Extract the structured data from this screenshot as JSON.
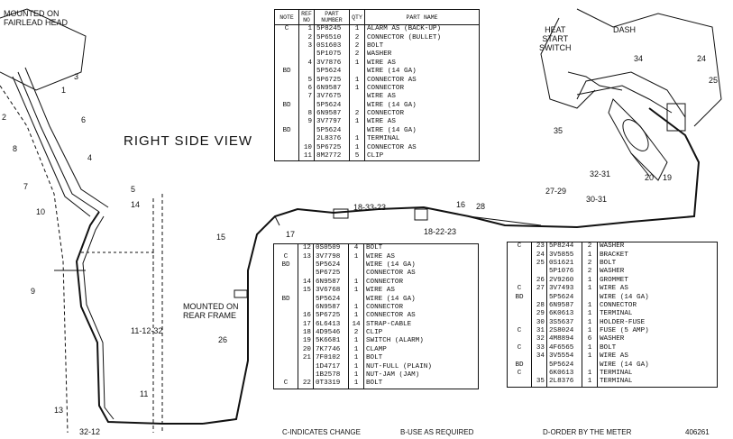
{
  "labels": {
    "mounted_fairlead": "MOUNTED ON\nFAIRLEAD HEAD",
    "right_side_view": "RIGHT SIDE VIEW",
    "mounted_rear_frame": "MOUNTED ON\nREAR FRAME",
    "heat_start_switch": "HEAT\nSTART\nSWITCH",
    "dash": "DASH"
  },
  "callouts": [
    "1",
    "2",
    "3",
    "4",
    "5",
    "6",
    "7",
    "8",
    "9",
    "10",
    "11",
    "11-12-32",
    "13",
    "14",
    "15",
    "16",
    "17",
    "18-33-23",
    "18-22-23",
    "19",
    "20",
    "24",
    "25",
    "26",
    "27-29",
    "28",
    "30-31",
    "32-31",
    "34",
    "35",
    "32-12"
  ],
  "tables": {
    "top": {
      "headers": [
        "NOTE",
        "REF NO",
        "PART NUMBER",
        "QTY",
        "PART NAME"
      ],
      "rows": [
        [
          "C",
          "1",
          "5P8245",
          "1",
          "ALARM AS (BACK-UP)"
        ],
        [
          "",
          "2",
          "5P6510",
          "2",
          "  CONNECTOR (BULLET)"
        ],
        [
          "",
          "3",
          "0S1603",
          "2",
          "BOLT"
        ],
        [
          "",
          "",
          "5P1075",
          "2",
          "WASHER"
        ],
        [
          "",
          "4",
          "3V7876",
          "1",
          "WIRE AS"
        ],
        [
          "BD",
          "",
          "5P5624",
          "",
          "  WIRE (14 GA)"
        ],
        [
          "",
          "5",
          "5P6725",
          "1",
          "  CONNECTOR AS"
        ],
        [
          "",
          "6",
          "6N9587",
          "1",
          "  CONNECTOR"
        ],
        [
          "",
          "7",
          "3V7675",
          "",
          "WIRE AS"
        ],
        [
          "BD",
          "",
          "5P5624",
          "",
          "  WIRE (14 GA)"
        ],
        [
          "",
          "8",
          "6N9587",
          "2",
          "  CONNECTOR"
        ],
        [
          "",
          "9",
          "3V7797",
          "1",
          "WIRE AS"
        ],
        [
          "BD",
          "",
          "5P5624",
          "",
          "  WIRE (14 GA)"
        ],
        [
          "",
          "",
          "2L8376",
          "1",
          "  TERMINAL"
        ],
        [
          "",
          "10",
          "5P6725",
          "1",
          "  CONNECTOR AS"
        ],
        [
          "",
          "11",
          "8M2772",
          "5",
          "CLIP"
        ]
      ]
    },
    "middle": {
      "rows": [
        [
          "",
          "12",
          "0S0509",
          "4",
          "BOLT"
        ],
        [
          "C",
          "13",
          "3V7798",
          "1",
          "WIRE AS"
        ],
        [
          "BD",
          "",
          "5P5624",
          "",
          "  WIRE (14 GA)"
        ],
        [
          "",
          "",
          "5P6725",
          "",
          "  CONNECTOR AS"
        ],
        [
          "",
          "14",
          "6N9587",
          "1",
          "  CONNECTOR"
        ],
        [
          "",
          "15",
          "3V6768",
          "1",
          "WIRE AS"
        ],
        [
          "BD",
          "",
          "5P5624",
          "",
          "  WIRE (14 GA)"
        ],
        [
          "",
          "",
          "6N9587",
          "1",
          "  CONNECTOR"
        ],
        [
          "",
          "16",
          "5P6725",
          "1",
          "  CONNECTOR AS"
        ],
        [
          "",
          "17",
          "6L6413",
          "14",
          "STRAP-CABLE"
        ],
        [
          "",
          "18",
          "4D9546",
          "2",
          "CLIP"
        ],
        [
          "",
          "19",
          "5K6681",
          "1",
          "SWITCH (ALARM)"
        ],
        [
          "",
          "20",
          "7K7746",
          "1",
          "CLAMP"
        ],
        [
          "",
          "21",
          "7F0102",
          "1",
          "BOLT"
        ],
        [
          "",
          "",
          "1D4717",
          "1",
          "NUT-FULL (PLAIN)"
        ],
        [
          "",
          "",
          "1B2578",
          "1",
          "NUT-JAM (JAM)"
        ],
        [
          "C",
          "22",
          "0T3319",
          "1",
          "BOLT"
        ]
      ]
    },
    "right": {
      "rows": [
        [
          "C",
          "23",
          "5P8244",
          "2",
          "WASHER"
        ],
        [
          "",
          "24",
          "3V5855",
          "1",
          "BRACKET"
        ],
        [
          "",
          "25",
          "0S1621",
          "2",
          "BOLT"
        ],
        [
          "",
          "",
          "5P1076",
          "2",
          "WASHER"
        ],
        [
          "",
          "26",
          "2V9260",
          "1",
          "GROMMET"
        ],
        [
          "C",
          "27",
          "3V7493",
          "1",
          "WIRE AS"
        ],
        [
          "BD",
          "",
          "5P5624",
          "",
          "  WIRE (14 GA)"
        ],
        [
          "",
          "28",
          "6N9587",
          "1",
          "  CONNECTOR"
        ],
        [
          "",
          "29",
          "6K0613",
          "1",
          "  TERMINAL"
        ],
        [
          "",
          "30",
          "3S5637",
          "1",
          "  HOLDER-FUSE"
        ],
        [
          "C",
          "31",
          "2S8024",
          "1",
          "FUSE (5 AMP)"
        ],
        [
          "",
          "32",
          "4M8894",
          "6",
          "WASHER"
        ],
        [
          "C",
          "33",
          "4F6565",
          "1",
          "BOLT"
        ],
        [
          "",
          "34",
          "3V5554",
          "1",
          "WIRE AS"
        ],
        [
          "BD",
          "",
          "5P5624",
          "",
          "  WIRE (14 GA)"
        ],
        [
          "C",
          "",
          "6K0613",
          "1",
          "  TERMINAL"
        ],
        [
          "",
          "35",
          "2L8376",
          "1",
          "  TERMINAL"
        ]
      ]
    }
  },
  "footer": {
    "c_note": "C-INDICATES CHANGE",
    "b_note": "B-USE AS REQUIRED",
    "d_note": "D-ORDER BY THE METER",
    "drawing_no": "406261"
  }
}
